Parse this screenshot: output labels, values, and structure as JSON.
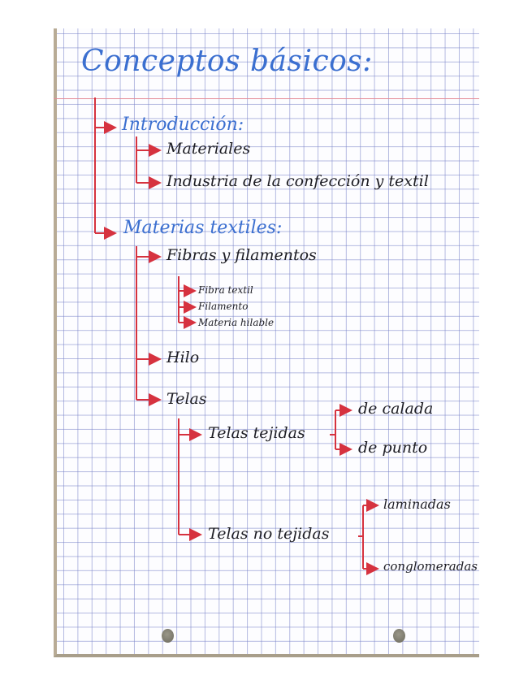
{
  "page": {
    "title": "Conceptos básicos:",
    "ink_colors": {
      "heading": "#3b6fd0",
      "body": "#1d1d24",
      "connectors": "#d6323f",
      "grid": "#8890cc"
    },
    "sections": [
      {
        "heading": "Introducción:",
        "items": [
          {
            "label": "Materiales"
          },
          {
            "label": "Industria de la confección y textil"
          }
        ]
      },
      {
        "heading": "Materias textiles:",
        "items": [
          {
            "label": "Fibras y filamentos",
            "children": [
              "Fibra textil",
              "Filamento",
              "Materia hilable"
            ]
          },
          {
            "label": "Hilo"
          },
          {
            "label": "Telas",
            "children": [
              {
                "label": "Telas tejidas",
                "children": [
                  "de calada",
                  "de punto"
                ]
              },
              {
                "label": "Telas no tejidas",
                "children": [
                  "laminadas",
                  "conglomeradas"
                ]
              }
            ]
          }
        ]
      }
    ]
  }
}
